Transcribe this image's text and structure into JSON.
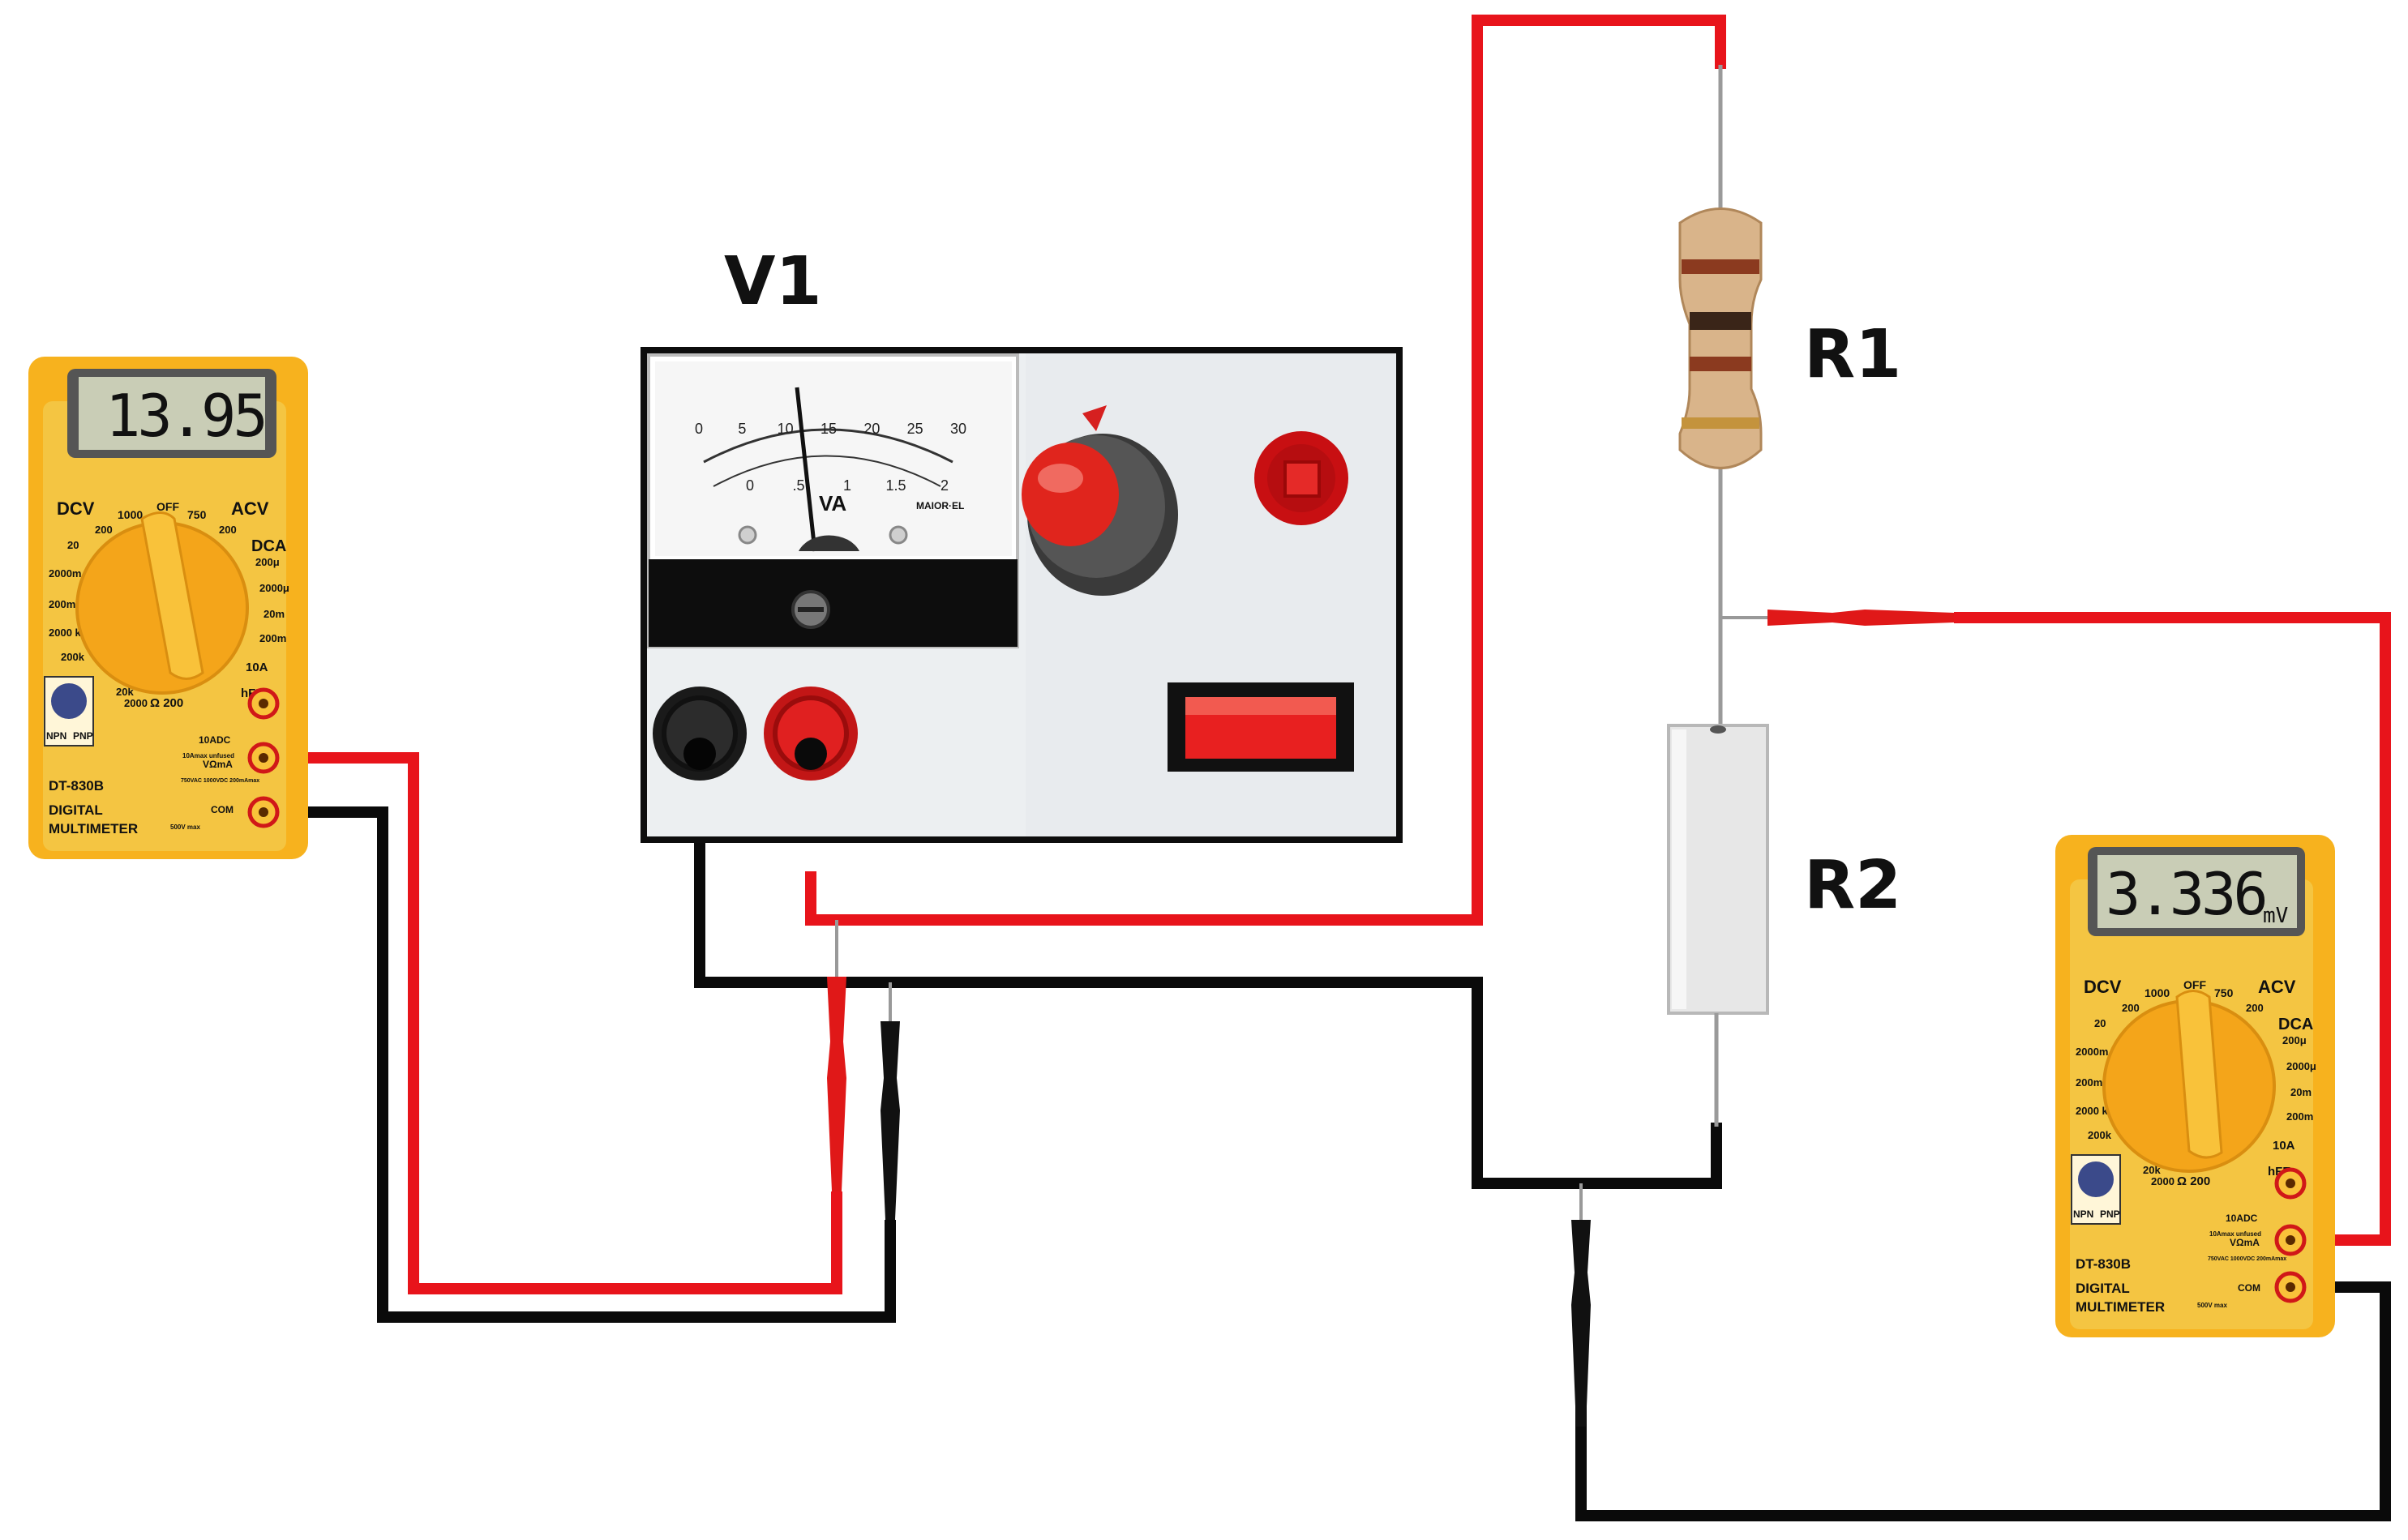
{
  "labels": {
    "supply": "V1",
    "r1": "R1",
    "r2": "R2"
  },
  "meter_left": {
    "reading": "13.95",
    "unit": "",
    "model": "DT-830B",
    "name_line1": "DIGITAL",
    "name_line2": "MULTIMETER",
    "ranges": {
      "dcv": "DCV",
      "acv": "ACV",
      "off": "OFF",
      "dca": "DCA",
      "v1000": "1000",
      "v750": "750",
      "v200a": "200",
      "v200b": "200",
      "v20": "20",
      "m2000": "2000m",
      "m200": "200m",
      "k2000": "2000 k",
      "k200": "200k",
      "k20": "20k",
      "r2000": "2000",
      "ohm200": "Ω 200",
      "u200": "200μ",
      "u2000": "2000μ",
      "ma20": "20m",
      "ma200": "200m",
      "a10": "10A",
      "hfe": "hFE",
      "npn": "NPN",
      "pnp": "PNP",
      "term10": "10ADC",
      "termv": "VΩmA",
      "termcom": "COM",
      "warn1": "10Amax unfused",
      "warn2": "750VAC 1000VDC 200mAmax",
      "maxv": "500V max"
    }
  },
  "meter_right": {
    "reading": "3.336",
    "unit": "mV",
    "model": "DT-830B",
    "name_line1": "DIGITAL",
    "name_line2": "MULTIMETER",
    "ranges": {
      "dcv": "DCV",
      "acv": "ACV",
      "off": "OFF",
      "dca": "DCA",
      "v1000": "1000",
      "v750": "750",
      "v200a": "200",
      "v200b": "200",
      "v20": "20",
      "m2000": "2000m",
      "m200": "200m",
      "k2000": "2000 k",
      "k200": "200k",
      "k20": "20k",
      "r2000": "2000",
      "ohm200": "Ω 200",
      "u200": "200μ",
      "u2000": "2000μ",
      "ma20": "20m",
      "ma200": "200m",
      "a10": "10A",
      "hfe": "hFE",
      "npn": "NPN",
      "pnp": "PNP",
      "term10": "10ADC",
      "termv": "VΩmA",
      "termcom": "COM",
      "warn1": "10Amax unfused",
      "warn2": "750VAC 1000VDC 200mAmax",
      "maxv": "500V max"
    }
  },
  "supply_meter": {
    "volt_ticks": [
      "0",
      "5",
      "10",
      "15",
      "20",
      "25",
      "30"
    ],
    "amp_ticks": [
      "0",
      ".5",
      "1",
      "1.5",
      "2"
    ],
    "unit": "VA",
    "maker": "MAIOR·EL"
  },
  "colors": {
    "wire_red": "#e8141b",
    "wire_black": "#0a0a0a",
    "meter_body": "#f7b21e",
    "meter_face": "#f4c542",
    "lcd": "#c9cdb6",
    "knob_red": "#e0251d"
  }
}
